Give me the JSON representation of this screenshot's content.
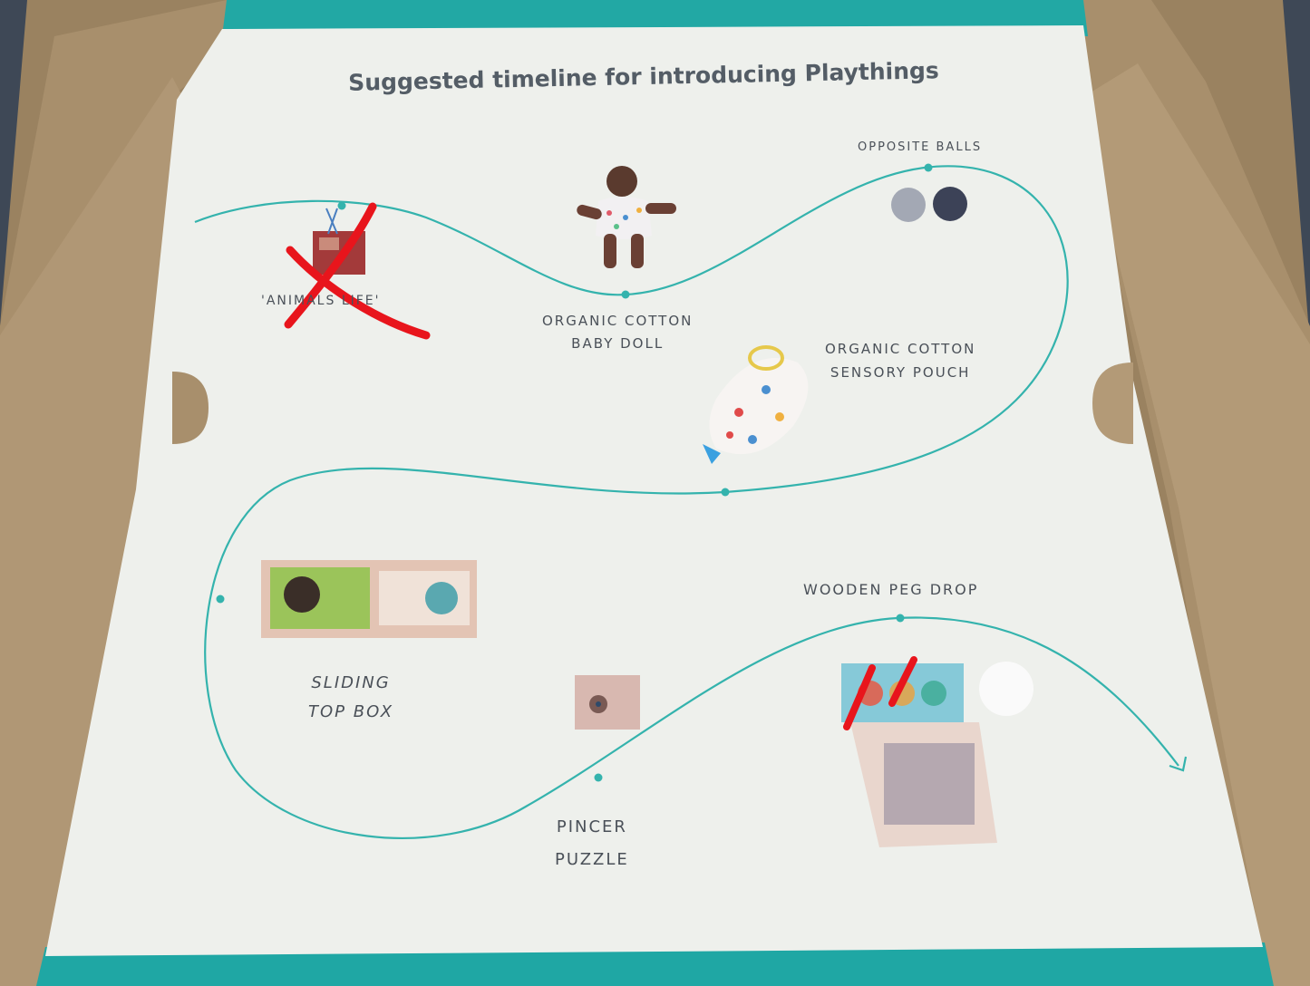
{
  "sheet": {
    "title": "Suggested timeline for introducing Playthings"
  },
  "items": {
    "animals_life": "'ANIMALS LIFE'",
    "opposite_balls": "OPPOSITE BALLS",
    "baby_doll_line1": "ORGANIC COTTON",
    "baby_doll_line2": "BABY DOLL",
    "sensory_pouch_line1": "ORGANIC COTTON",
    "sensory_pouch_line2": "SENSORY POUCH",
    "sliding_box_line1": "SLIDING",
    "sliding_box_line2": "TOP BOX",
    "pincer_line1": "PINCER",
    "pincer_line2": "PUZZLE",
    "peg_drop": "WOODEN PEG DROP"
  },
  "colors": {
    "timeline_teal": "#34b3ad",
    "box_teal": "#1fa7a4",
    "cardboard": "#a58c6a",
    "paper": "#eef0ec",
    "marker_red": "#e8151c",
    "background_fabric": "#3a4350"
  }
}
